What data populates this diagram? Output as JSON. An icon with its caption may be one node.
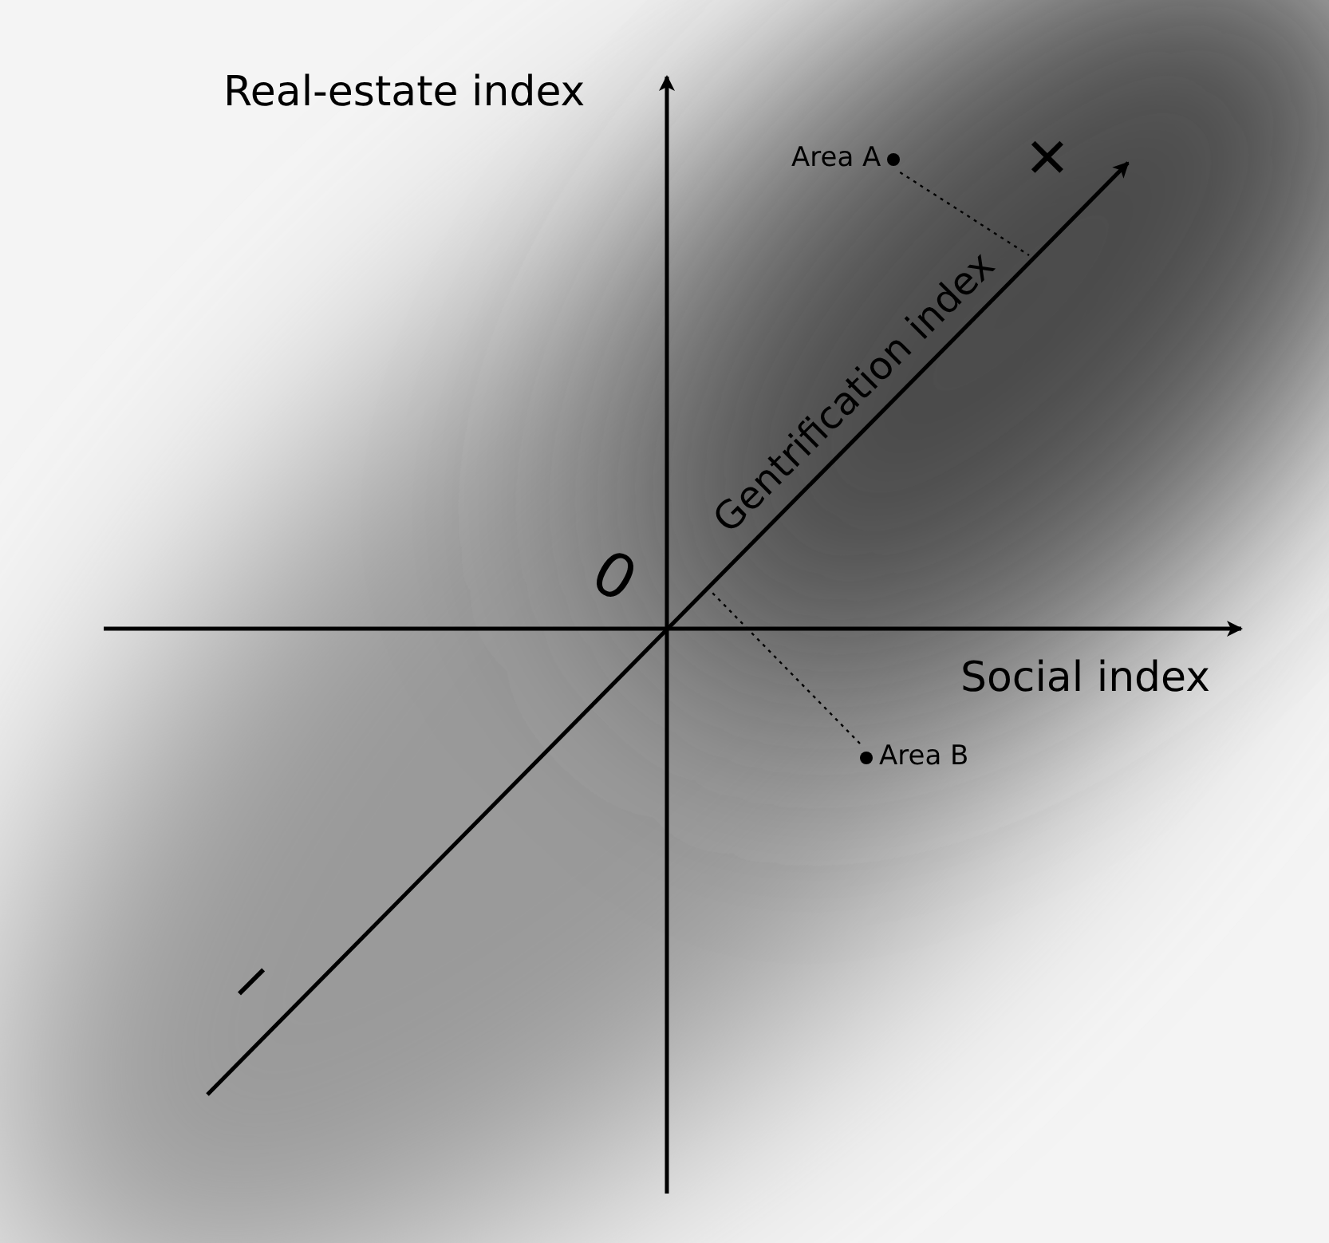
{
  "diagram": {
    "nodes": [
      {
        "text": [
          "Area A"
        ]
      },
      {
        "text": [
          "Area B"
        ]
      }
    ],
    "edges": [
      {
        "from": 0,
        "to": null,
        "arrow": "none",
        "style": "dashed"
      },
      {
        "from": 1,
        "to": null,
        "arrow": "none",
        "style": "dashed"
      }
    ],
    "labels": [
      "Real-estate index",
      "+",
      "Gentrification index",
      "0",
      "Social index",
      "−"
    ]
  }
}
